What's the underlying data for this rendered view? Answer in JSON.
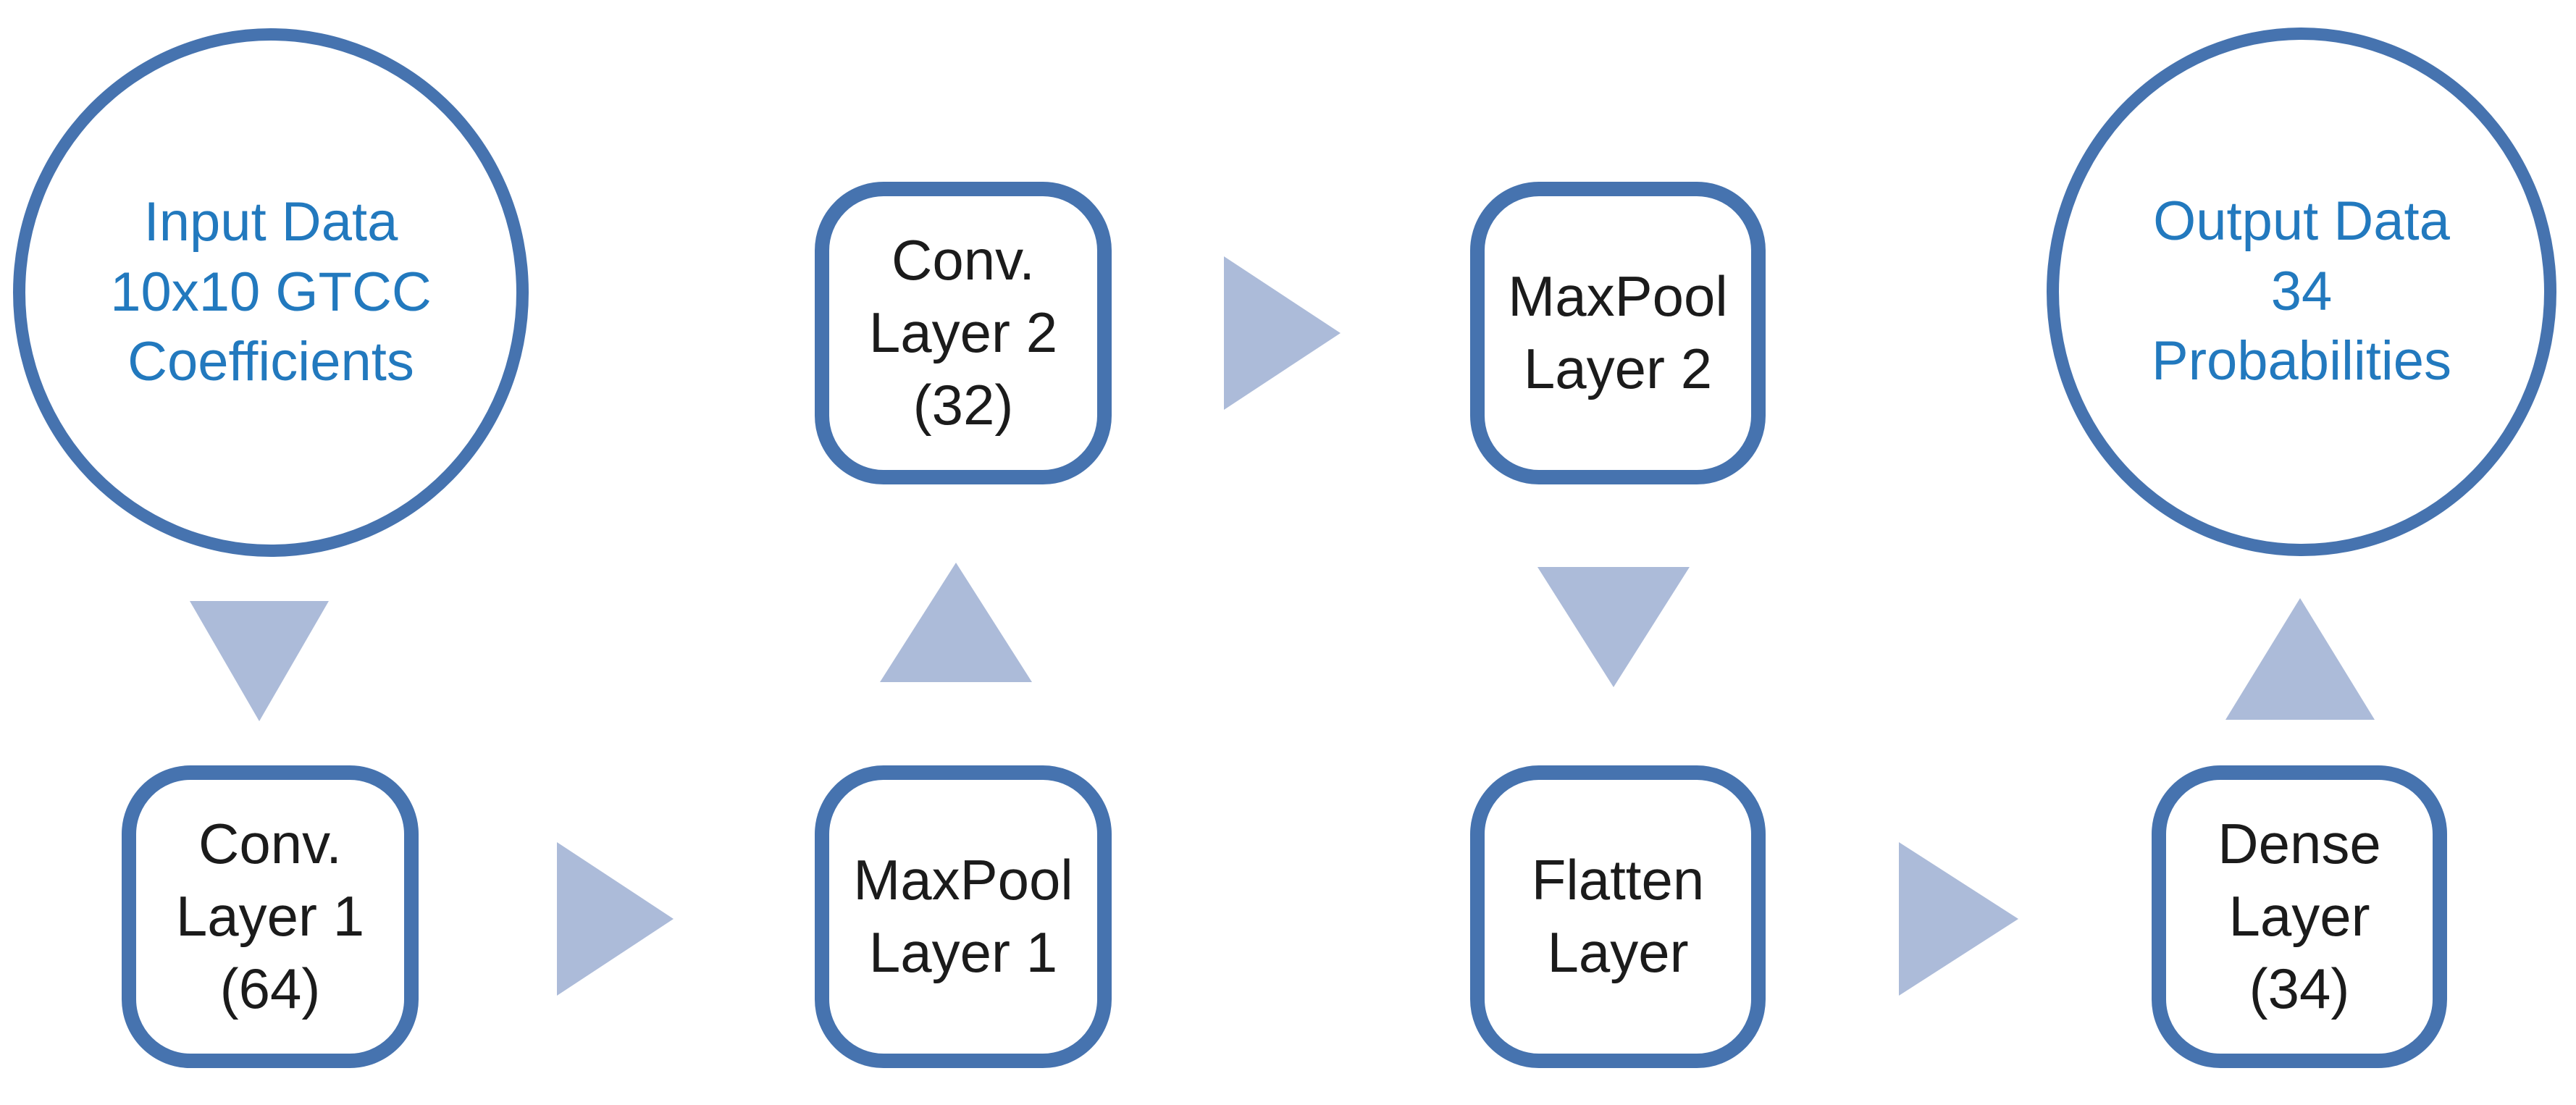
{
  "diagram": {
    "title": "CNN architecture flow diagram",
    "colors": {
      "node_border": "#4673AF",
      "circle_text": "#2279BE",
      "box_text": "#1b1b1b",
      "arrow_fill": "#ACBBD9",
      "background": "#ffffff"
    },
    "nodes": {
      "input": {
        "shape": "circle",
        "label": "Input Data\n10x10 GTCC\nCoefficients"
      },
      "conv1": {
        "shape": "rounded-box",
        "label": "Conv.\nLayer 1\n(64)"
      },
      "maxpool1": {
        "shape": "rounded-box",
        "label": "MaxPool\nLayer 1"
      },
      "conv2": {
        "shape": "rounded-box",
        "label": "Conv.\nLayer 2\n(32)"
      },
      "maxpool2": {
        "shape": "rounded-box",
        "label": "MaxPool\nLayer 2"
      },
      "flatten": {
        "shape": "rounded-box",
        "label": "Flatten\nLayer"
      },
      "dense": {
        "shape": "rounded-box",
        "label": "Dense\nLayer\n(34)"
      },
      "output": {
        "shape": "circle",
        "label": "Output Data\n34\nProbabilities"
      }
    },
    "arrows": [
      {
        "from": "input",
        "to": "conv1",
        "direction": "down"
      },
      {
        "from": "conv1",
        "to": "maxpool1",
        "direction": "right"
      },
      {
        "from": "maxpool1",
        "to": "conv2",
        "direction": "up"
      },
      {
        "from": "conv2",
        "to": "maxpool2",
        "direction": "right"
      },
      {
        "from": "maxpool2",
        "to": "flatten",
        "direction": "down"
      },
      {
        "from": "flatten",
        "to": "dense",
        "direction": "right"
      },
      {
        "from": "dense",
        "to": "output",
        "direction": "up"
      }
    ]
  }
}
